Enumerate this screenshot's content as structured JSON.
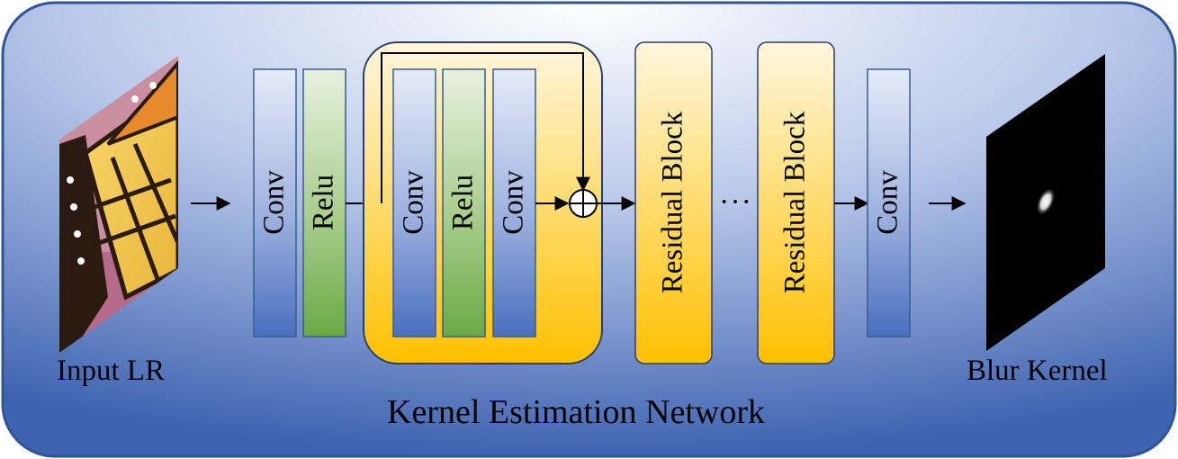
{
  "diagram": {
    "input_label": "Input LR",
    "output_label": "Blur Kernel",
    "network_title": "Kernel Estimation Network",
    "blocks": {
      "conv1": "Conv",
      "relu1": "Relu",
      "res_conv_a": "Conv",
      "res_relu": "Relu",
      "res_conv_b": "Conv",
      "residual_block_1": "Residual Block",
      "ellipsis": "···",
      "residual_block_2": "Residual Block",
      "conv_final": "Conv"
    },
    "colors": {
      "frame_edge": "#3e63b1",
      "frame_center": "#ffffff",
      "conv_top": "#e6ecf8",
      "conv_bottom": "#4a6fbf",
      "relu_top": "#e8f1df",
      "relu_bottom": "#6aaa45",
      "residual_top": "#fff7de",
      "residual_bottom": "#ffc000",
      "block_stroke": "#385d8a"
    }
  }
}
